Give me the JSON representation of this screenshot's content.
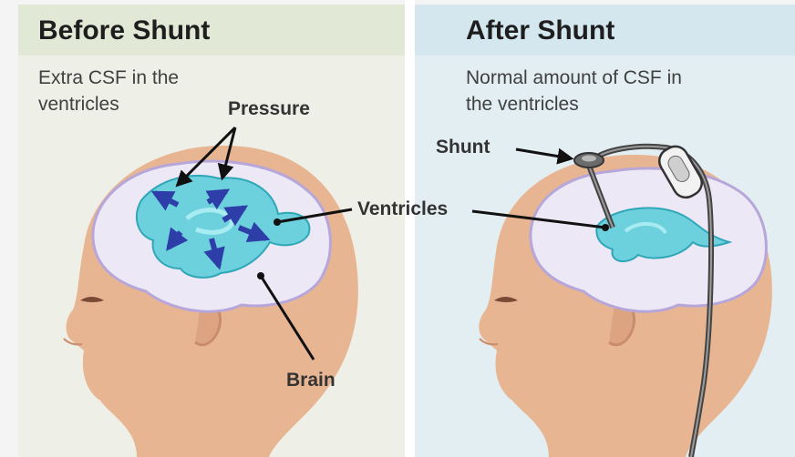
{
  "left_panel": {
    "title": "Before Shunt",
    "subtitle_line1": "Extra CSF in the",
    "subtitle_line2": "ventricles"
  },
  "right_panel": {
    "title": "After Shunt",
    "subtitle_line1": "Normal amount of CSF in",
    "subtitle_line2": "the ventricles"
  },
  "labels": {
    "pressure": "Pressure",
    "ventricles": "Ventricles",
    "brain": "Brain",
    "shunt": "Shunt"
  },
  "colors": {
    "skin": "#e8b592",
    "brain": "#ece8f6",
    "ventricle": "#6dd0dd",
    "arrow_blue": "#2e3ea8",
    "shunt_tube": "#555555"
  }
}
